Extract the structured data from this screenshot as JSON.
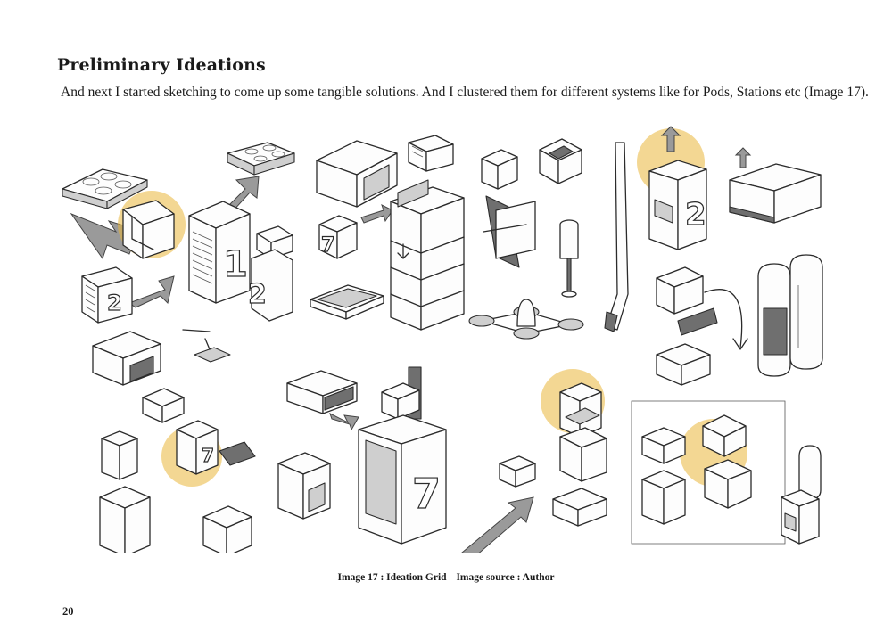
{
  "page": {
    "heading": "Preliminary Ideations",
    "intro": "And next I started sketching to come up some tangible solutions. And I clustered them for different systems like for Pods, Stations etc (Image 17).",
    "caption_label": "Image 17  : Ideation Grid",
    "caption_source": "Image source : Author",
    "page_number": "20"
  },
  "figure": {
    "description_icons": [
      "pod-sketch",
      "station-sketch",
      "locker-sketch",
      "battery-sketch",
      "arrow-sketch"
    ],
    "sketch_numbers": [
      "2",
      "1",
      "2",
      "7",
      "2",
      "7",
      "7"
    ]
  },
  "colors": {
    "highlight": "#e9b63a",
    "ink": "#2b2b2b",
    "shade": "#cfcfcf"
  }
}
